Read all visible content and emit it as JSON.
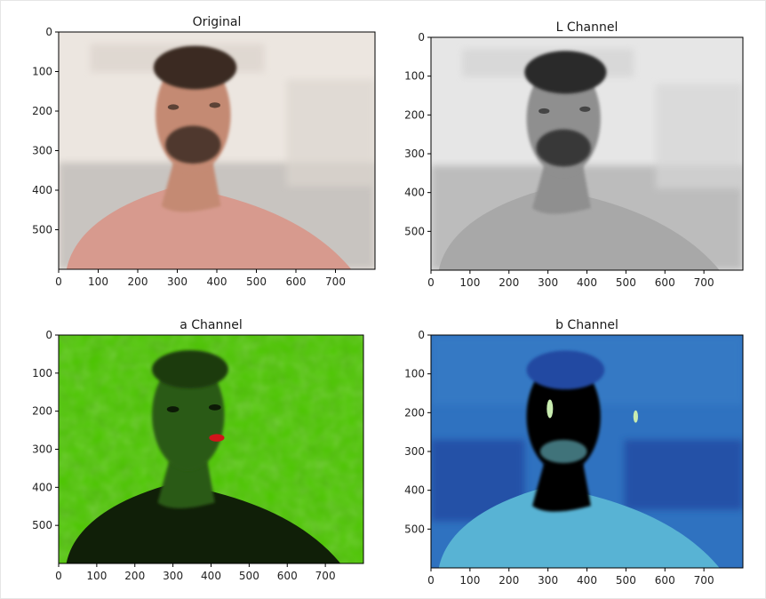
{
  "chart_data": [
    {
      "type": "image",
      "title": "Original",
      "image_content": "portrait photo of a smiling bearded man in a salmon-pink t-shirt against a blurred light background",
      "colors": {
        "background": "#ece6e0",
        "shirt": "#d79a8e",
        "skin": "#c48a73",
        "hair": "#3a2a22"
      },
      "x_ticks": [
        "0",
        "100",
        "200",
        "300",
        "400",
        "500",
        "600",
        "700"
      ],
      "y_ticks": [
        "0",
        "100",
        "200",
        "300",
        "400",
        "500"
      ],
      "xlim": [
        0,
        800
      ],
      "ylim": [
        600,
        0
      ]
    },
    {
      "type": "image",
      "title": "L Channel",
      "image_content": "grayscale lightness channel of the portrait",
      "colors": {
        "background": "#e6e6e6",
        "shirt": "#a8a8a8",
        "skin": "#8f8f8f",
        "hair": "#2c2c2c"
      },
      "x_ticks": [
        "0",
        "100",
        "200",
        "300",
        "400",
        "500",
        "600",
        "700"
      ],
      "y_ticks": [
        "0",
        "100",
        "200",
        "300",
        "400",
        "500"
      ],
      "xlim": [
        0,
        800
      ],
      "ylim": [
        600,
        0
      ]
    },
    {
      "type": "image",
      "title": "a Channel",
      "image_content": "green-magenta a channel of the portrait, bright green background with dark figure and a red mouth",
      "colors": {
        "background": "#4cc600",
        "shirt": "#101f08",
        "skin": "#2c5a18",
        "mouth": "#d0141a"
      },
      "x_ticks": [
        "0",
        "100",
        "200",
        "300",
        "400",
        "500",
        "600",
        "700"
      ],
      "y_ticks": [
        "0",
        "100",
        "200",
        "300",
        "400",
        "500"
      ],
      "xlim": [
        0,
        800
      ],
      "ylim": [
        600,
        0
      ]
    },
    {
      "type": "image",
      "title": "b Channel",
      "image_content": "blue-yellow b channel of the portrait rendered in blue tones with light cyan highlights",
      "colors": {
        "background": "#2f72c0",
        "dark": "#2348a2",
        "shirt": "#58b3d4",
        "highlight": "#c8ecb0"
      },
      "x_ticks": [
        "0",
        "100",
        "200",
        "300",
        "400",
        "500",
        "600",
        "700"
      ],
      "y_ticks": [
        "0",
        "100",
        "200",
        "300",
        "400",
        "500"
      ],
      "xlim": [
        0,
        800
      ],
      "ylim": [
        600,
        0
      ]
    }
  ]
}
